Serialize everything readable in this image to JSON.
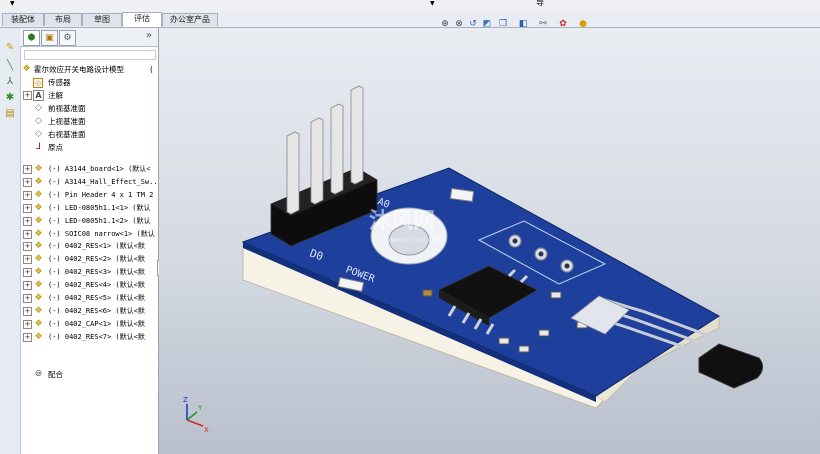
{
  "command_tabs": [
    {
      "label": "装配体",
      "active": false
    },
    {
      "label": "布局",
      "active": false
    },
    {
      "label": "草图",
      "active": false
    },
    {
      "label": "评估",
      "active": true
    },
    {
      "label": "办公室产品",
      "active": false
    }
  ],
  "top_fragment": "导",
  "panel_toggle": "»",
  "feature_tree": {
    "root": "霍尔效应开关电路设计模型",
    "root_suffix": "(",
    "sensors": "传感器",
    "annotations": "注解",
    "planes": [
      "前视基准面",
      "上视基准面",
      "右视基准面"
    ],
    "origin": "原点",
    "components": [
      "(-) A3144_board<1> (默认<",
      "(-) A3144_Hall_Effect_Sw...",
      "(-) Pin Header 4 x 1 TM 2",
      "(-) LED-0805h1.1<1> (默认",
      "(-) LED-0805h1.1<2> (默认",
      "(-) SOIC08 narrow<1> (默认",
      "(-) 0402_RES<1> (默认<默",
      "(-) 0402_RES<2> (默认<默",
      "(-) 0402_RES<3> (默认<默",
      "(-) 0402_RES<4> (默认<默",
      "(-) 0402_RES<5> (默认<默",
      "(-) 0402_RES<6> (默认<默",
      "(-) 0402_CAP<1> (默认<默",
      "(-) 0402_RES<7> (默认<默"
    ],
    "mates": "配合"
  },
  "pcb_labels": {
    "power": "POWER",
    "d0": "D0",
    "a0": "A0"
  },
  "watermark": {
    "title": "沐风网",
    "url": "www.mfcad.com"
  },
  "triad": {
    "x": "X",
    "y": "Y",
    "z": "Z"
  },
  "colors": {
    "pcb": "#1e3f9c",
    "pcb_edge": "#0f2466",
    "base": "#f4f1e4",
    "header": "#0d0d0d"
  }
}
